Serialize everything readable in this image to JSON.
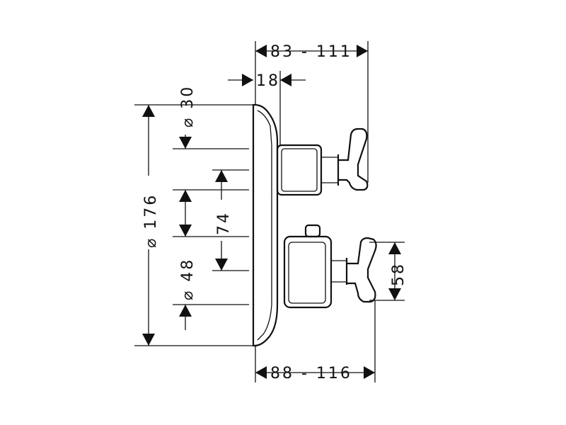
{
  "dimensions": {
    "depth_top": "83 - 111",
    "depth_bottom": "88 - 116",
    "wall_offset": "18",
    "plate_diameter": "⌀ 176",
    "upper_handle_diameter": "⌀ 30",
    "lower_handle_diameter": "⌀ 48",
    "center_distance": "74",
    "handle_height": "58"
  },
  "colors": {
    "ink": "#111111",
    "background": "#ffffff"
  }
}
